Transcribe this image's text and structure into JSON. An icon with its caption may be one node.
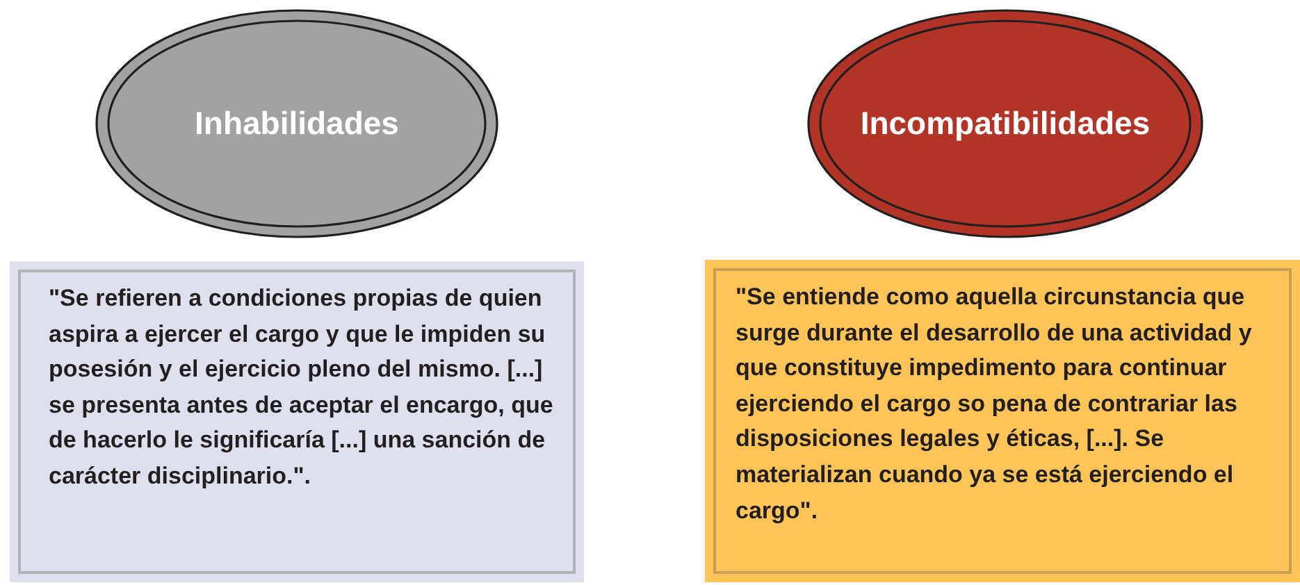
{
  "diagram": {
    "nodes": [
      {
        "text": [
          "Inhabilidades"
        ]
      },
      {
        "text": [
          "Incompatibilidades"
        ]
      },
      {
        "text": [
          "\"Se refieren a condiciones propias de quien aspira a ejercer el cargo y que le impiden su posesión y el ejercicio pleno del mismo.  [...] se presenta antes de aceptar el encargo, que de hacerlo le significaría [...] una sanción de carácter disciplinario.\"."
        ]
      },
      {
        "text": [
          "\"Se entiende como aquella circunstancia que surge durante el desarrollo de una actividad y que constituye impedimento para continuar ejerciendo el cargo so pena de contrariar las disposiciones legales y éticas, [...]. Se materializan cuando ya se está ejerciendo el cargo\"."
        ]
      }
    ]
  }
}
